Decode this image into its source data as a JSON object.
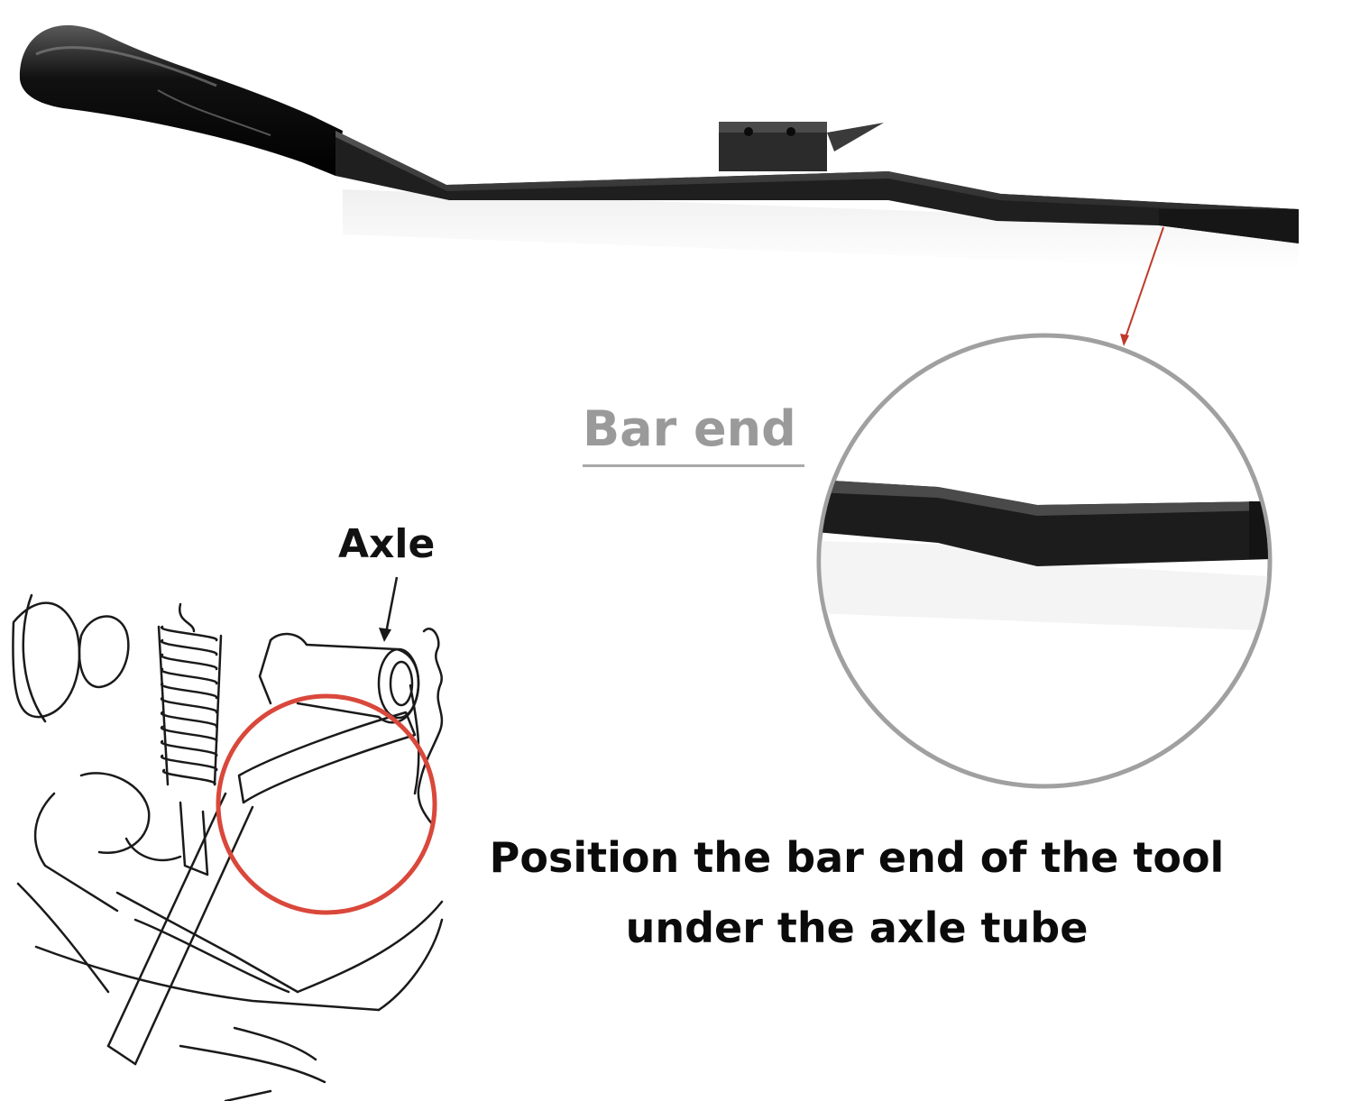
{
  "labels": {
    "bar_end": "Bar end",
    "axle": "Axle"
  },
  "instruction": {
    "line1": "Position the bar end of the tool",
    "line2": "under the axle tube"
  },
  "colors": {
    "tool_body": "#1f1f1f",
    "handle": "#0d0d0d",
    "callout_line": "#c0392b",
    "zoom_circle": "#a0a0a0",
    "highlight_circle": "#d9483b",
    "label_gray": "#9a9a9a",
    "text_dark": "#0b0b0b"
  }
}
